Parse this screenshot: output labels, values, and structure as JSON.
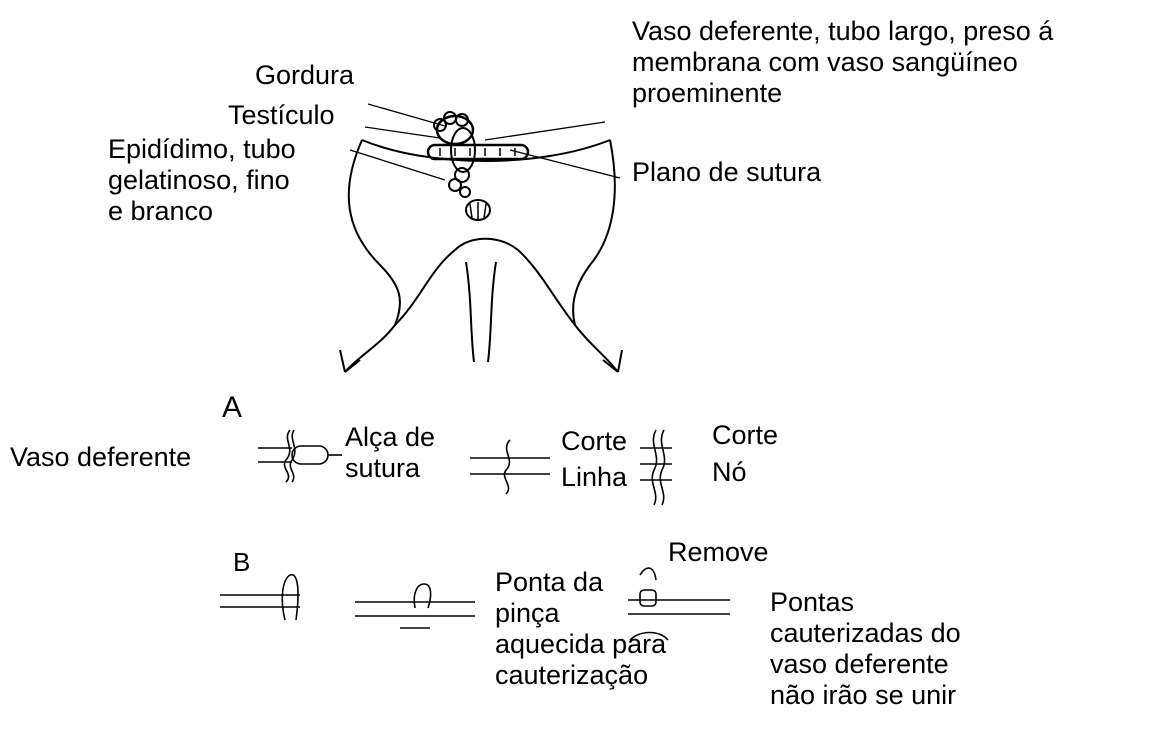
{
  "top": {
    "gordura": "Gordura",
    "testiculo": "Testículo",
    "epididimo": [
      "Epidídimo, tubo",
      "gelatinoso, fino",
      "e branco"
    ],
    "vaso": [
      "Vaso deferente, tubo largo, preso á",
      "membrana com vaso sangüíneo",
      "proeminente"
    ],
    "plano": "Plano de sutura"
  },
  "panel_a": {
    "letter": "A",
    "vaso_deferente": "Vaso deferente",
    "alca": [
      "Alça de",
      "sutura"
    ],
    "corte1": "Corte",
    "linha": "Linha",
    "corte2": "Corte",
    "no": "Nó"
  },
  "panel_b": {
    "letter": "B",
    "remove": "Remove",
    "ponta": [
      "Ponta da",
      "pinça",
      "aquecida para",
      "cauterização"
    ],
    "pontas": [
      "Pontas",
      "cauterizadas do",
      "vaso deferente",
      "não irão se unir"
    ]
  }
}
